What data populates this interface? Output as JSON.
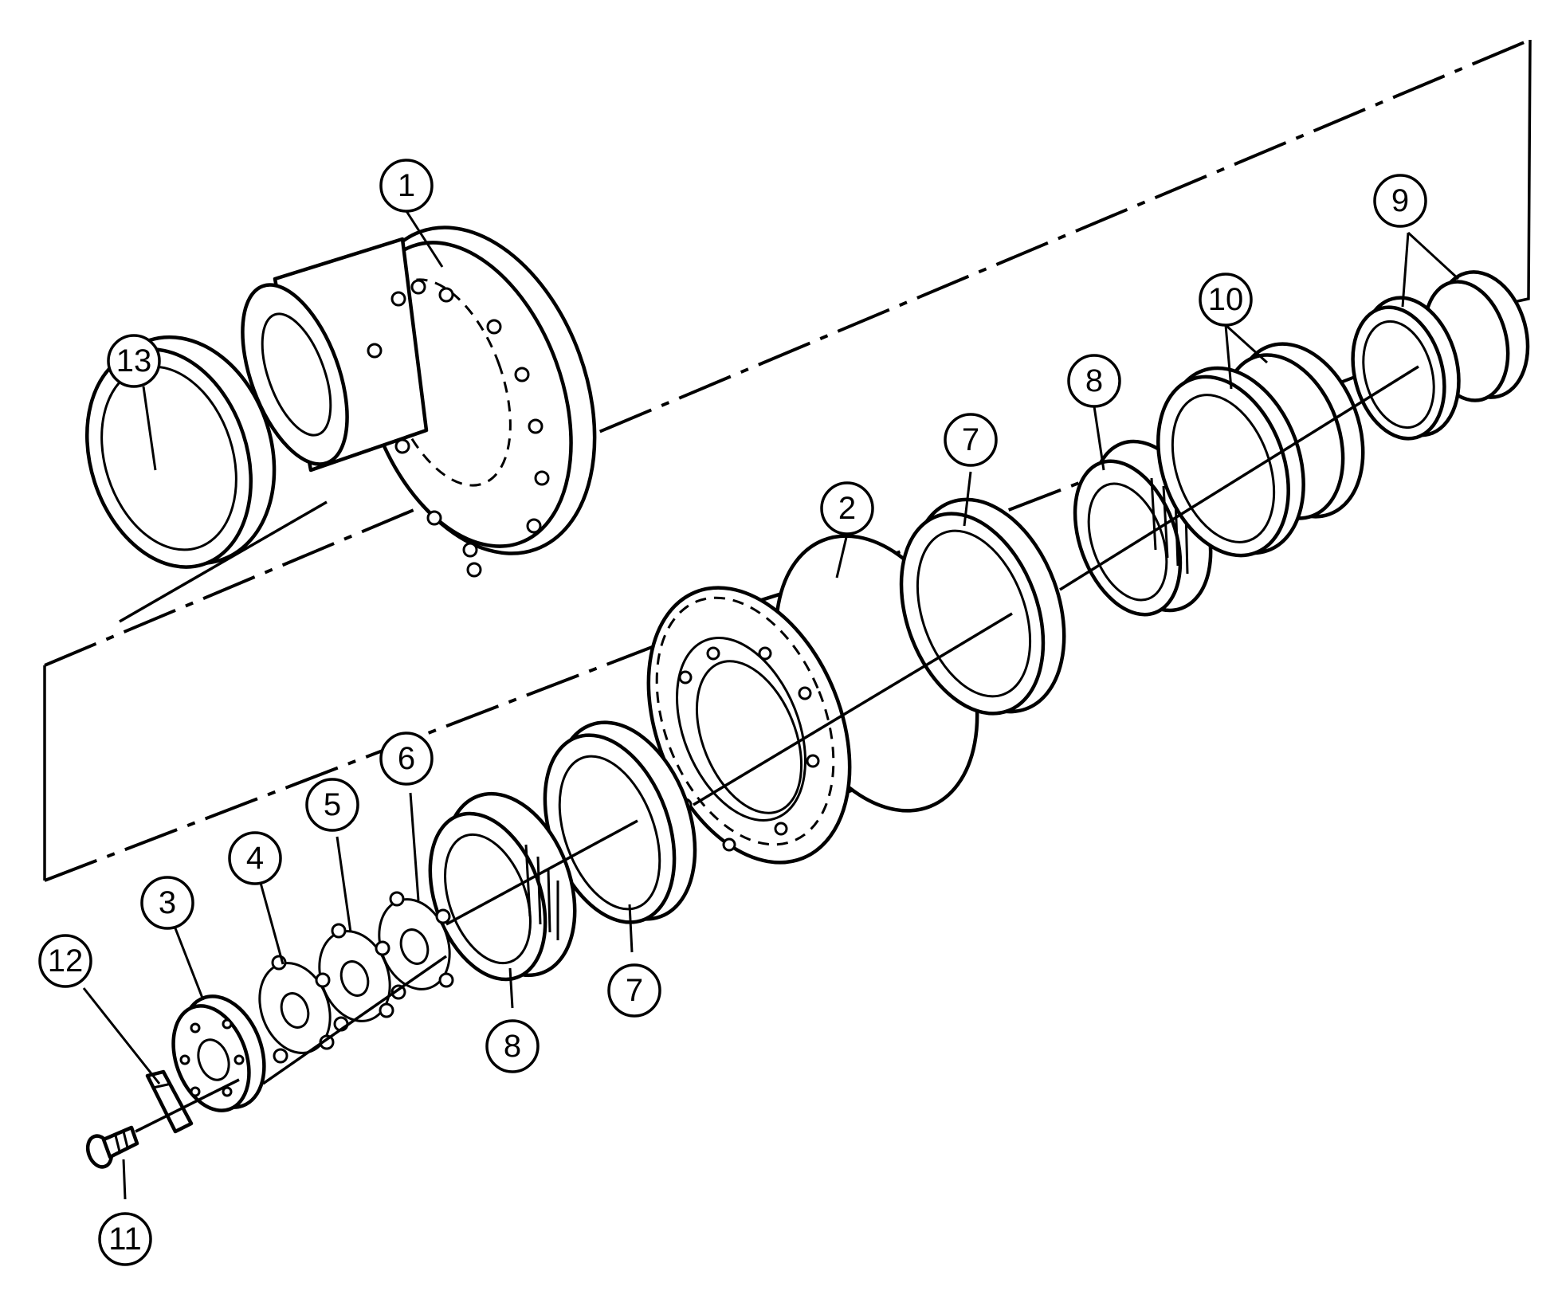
{
  "diagram": {
    "labels": {
      "p1": "1",
      "p2": "2",
      "p3": "3",
      "p4": "4",
      "p5": "5",
      "p6": "6",
      "p7a": "7",
      "p7b": "7",
      "p8a": "8",
      "p8b": "8",
      "p9": "9",
      "p10": "10",
      "p11": "11",
      "p12": "12",
      "p13": "13"
    }
  }
}
